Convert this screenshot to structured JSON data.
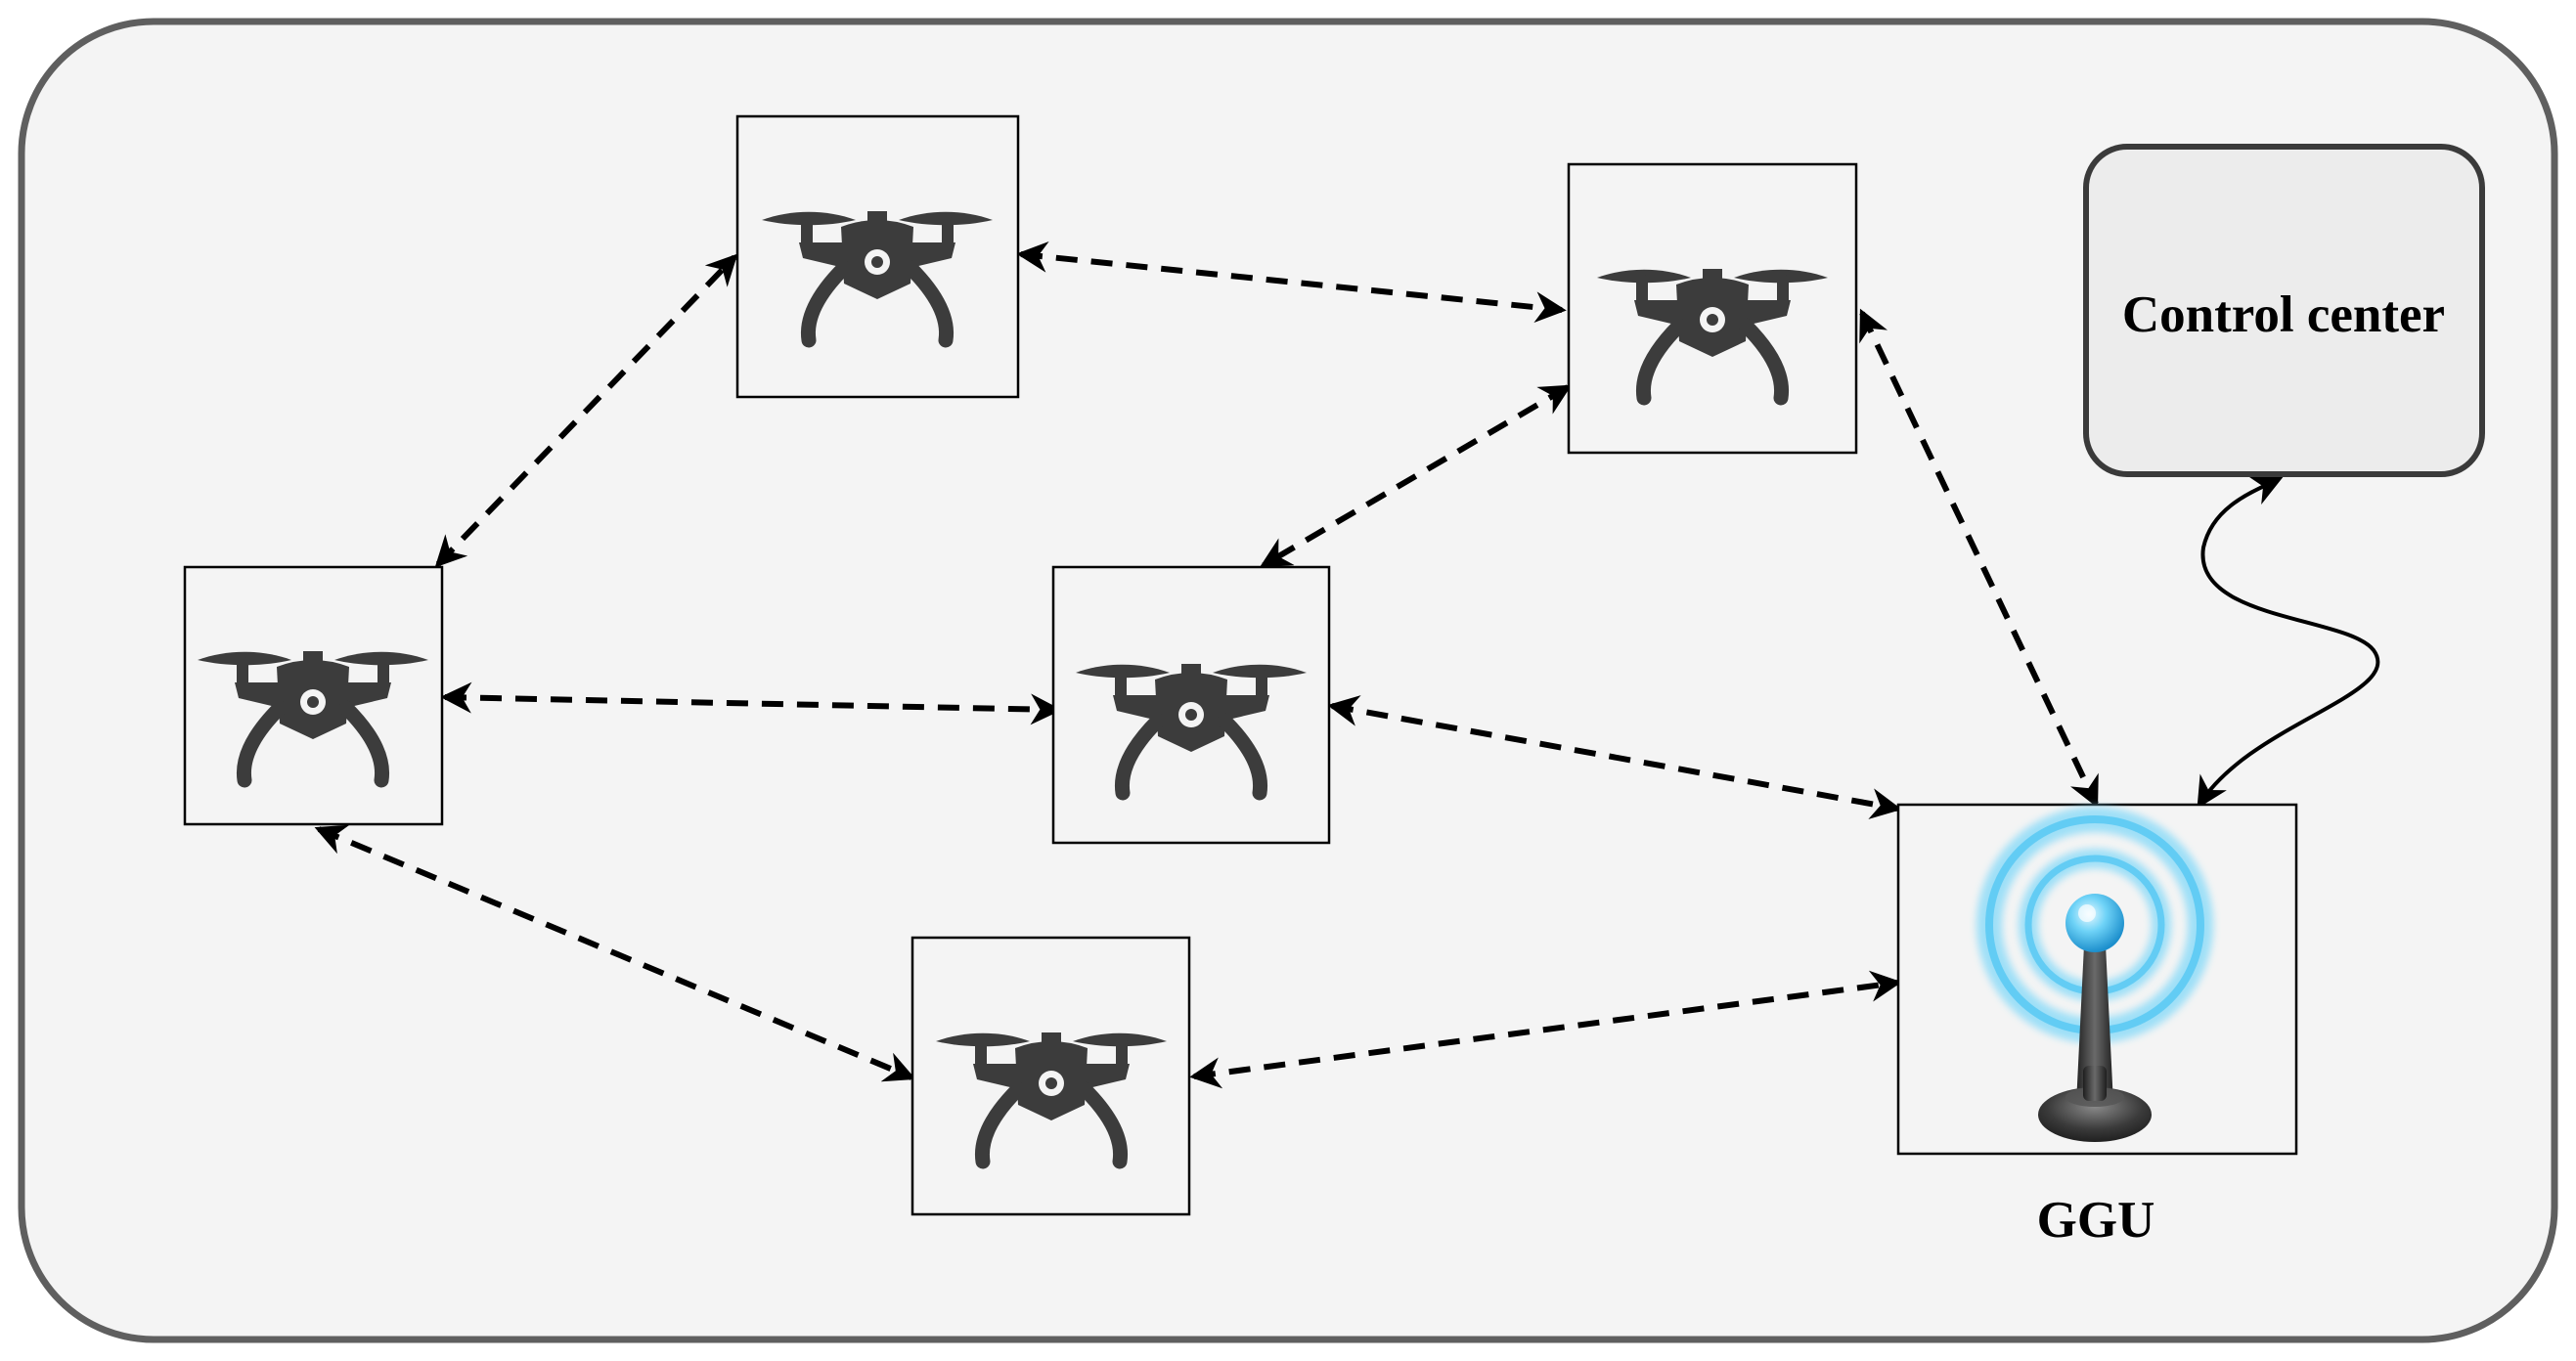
{
  "diagram": {
    "control_center": {
      "label": "Control center"
    },
    "ggu": {
      "label": "GGU"
    },
    "nodes": [
      {
        "id": "drone-1",
        "type": "drone"
      },
      {
        "id": "drone-2",
        "type": "drone"
      },
      {
        "id": "drone-3",
        "type": "drone"
      },
      {
        "id": "drone-4",
        "type": "drone"
      },
      {
        "id": "drone-5",
        "type": "drone"
      },
      {
        "id": "ggu",
        "type": "antenna"
      }
    ],
    "links": [
      {
        "from": "drone-1",
        "to": "drone-3",
        "style": "dashed",
        "direction": "bidirectional"
      },
      {
        "from": "drone-1",
        "to": "drone-2",
        "style": "dashed",
        "direction": "bidirectional"
      },
      {
        "from": "drone-2",
        "to": "drone-4",
        "style": "dashed",
        "direction": "bidirectional"
      },
      {
        "from": "drone-2",
        "to": "ggu",
        "style": "dashed",
        "direction": "bidirectional"
      },
      {
        "from": "drone-3",
        "to": "drone-4",
        "style": "dashed",
        "direction": "bidirectional"
      },
      {
        "from": "drone-3",
        "to": "drone-5",
        "style": "dashed",
        "direction": "bidirectional"
      },
      {
        "from": "drone-4",
        "to": "ggu",
        "style": "dashed",
        "direction": "bidirectional"
      },
      {
        "from": "drone-5",
        "to": "ggu",
        "style": "dashed",
        "direction": "bidirectional"
      },
      {
        "from": "ggu",
        "to": "control_center",
        "style": "wavy-solid",
        "direction": "bidirectional"
      }
    ],
    "colors": {
      "background": "#f4f4f4",
      "frame_stroke": "#5f5f5f",
      "drone": "#3c3c3c",
      "antenna_glow": "#4cc3f0",
      "control_center_fill": "#ececec"
    }
  }
}
